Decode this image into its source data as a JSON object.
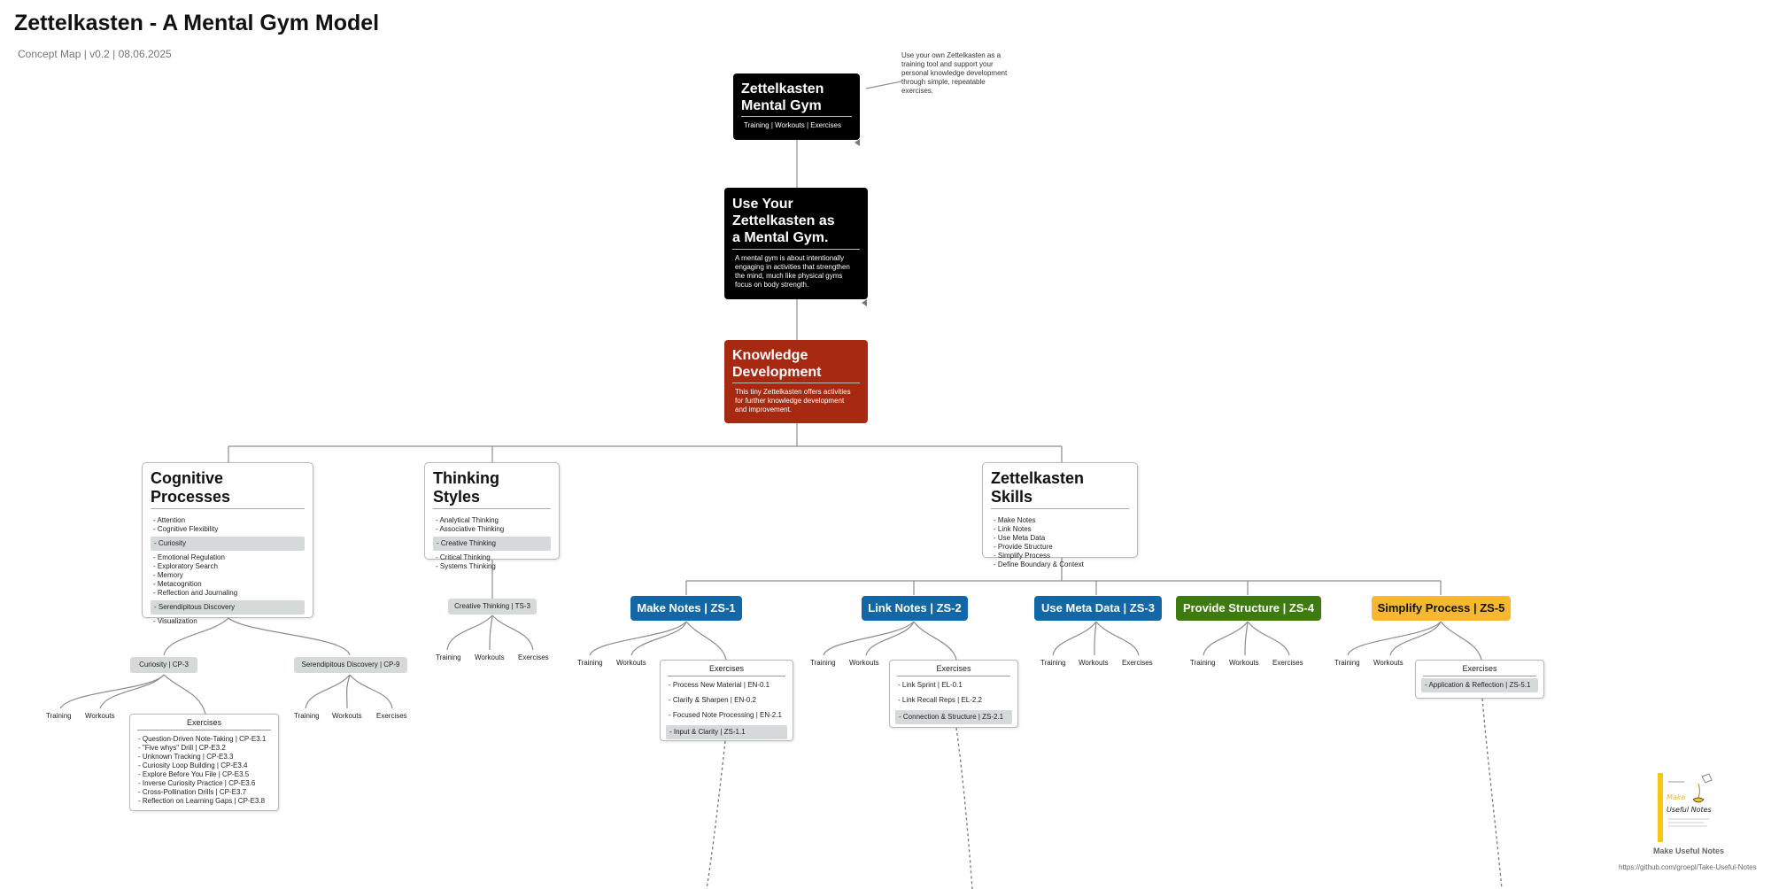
{
  "header": {
    "title": "Zettelkasten - A Mental Gym Model",
    "subtitle": "Concept Map | v0.2 | 08.06.2025"
  },
  "side_note": "Use your own Zettelkasten as a training tool and support your personal knowledge development through simple, repeatable exercises.",
  "nodes": {
    "mental_gym": {
      "title_line1": "Zettelkasten",
      "title_line2": "Mental Gym",
      "sub": "Training | Workouts | Exercises"
    },
    "use_your": {
      "title_line1": "Use Your",
      "title_line2": "Zettelkasten as",
      "title_line3": "a Mental Gym.",
      "sub": "A mental gym is about intentionally engaging in activities that strengthen the mind, much like physical gyms focus on body strength."
    },
    "knowledge": {
      "title_line1": "Knowledge",
      "title_line2": "Development",
      "sub": "This tiny Zettelkasten offers activities for further knowledge development and improvement."
    }
  },
  "cognitive": {
    "title": "Cognitive Processes",
    "items": [
      "- Attention",
      "- Cognitive Flexibility",
      "- Curiosity",
      "- Emotional Regulation",
      "- Exploratory Search",
      "- Memory",
      "- Metacognition",
      "- Reflection and Journaling",
      "- Serendipitous Discovery",
      "- Visualization"
    ],
    "curiosity_pill": "Curiosity | CP-3",
    "serendipitous_pill": "Serendipitous Discovery | CP-9",
    "curiosity_exercises": [
      "- Question-Driven Note-Taking | CP-E3.1",
      "- \"Five whys\" Drill | CP-E3.2",
      "- Unknown Tracking | CP-E3.3",
      "- Curiosity Loop Building | CP-E3.4",
      "- Explore Before You File | CP-E3.5",
      "- Inverse Curiosity Practice | CP-E3.6",
      "- Cross-Pollination Drills | CP-E3.7",
      "- Reflection on Learning Gaps | CP-E3.8"
    ]
  },
  "thinking": {
    "title": "Thinking Styles",
    "items": [
      "- Analytical Thinking",
      "- Associative Thinking",
      "- Creative Thinking",
      "- Critical Thinking",
      "- Systems Thinking"
    ],
    "creative_pill": "Creative Thinking | TS-3"
  },
  "skills": {
    "title": "Zettelkasten Skills",
    "items": [
      "- Make Notes",
      "- Link Notes",
      "- Use Meta Data",
      "- Provide Structure",
      "- Simplify Process",
      "- Define Boundary & Context"
    ],
    "zs": [
      {
        "label": "Make Notes | ZS-1",
        "color": "#1467a5"
      },
      {
        "label": "Link Notes | ZS-2",
        "color": "#1467a5"
      },
      {
        "label": "Use Meta Data | ZS-3",
        "color": "#1467a5"
      },
      {
        "label": "Provide Structure | ZS-4",
        "color": "#3d7a10"
      },
      {
        "label": "Simplify Process | ZS-5",
        "color": "#f5b82e"
      }
    ],
    "zs1_exercises": [
      "- Process New Material | EN-0.1",
      "- Clarify & Sharpen | EN-0.2",
      "- Focused Note Processing | EN-2.1",
      "- Input & Clarity | ZS-1.1"
    ],
    "zs2_exercises": [
      "- Link Sprint | EL-0.1",
      "- Link Recall Reps |  EL-2.2",
      "- Connection & Structure | ZS-2.1"
    ],
    "zs5_exercises": [
      "- Application & Reflection | ZS-5.1"
    ]
  },
  "labels": {
    "training": "Training",
    "workouts": "Workouts",
    "exercises": "Exercises"
  },
  "logo": {
    "caption": "Make Useful Notes",
    "url": "https://github.com/groepl/Take-Useful-Notes",
    "mark_text": "Make Useful Notes"
  }
}
